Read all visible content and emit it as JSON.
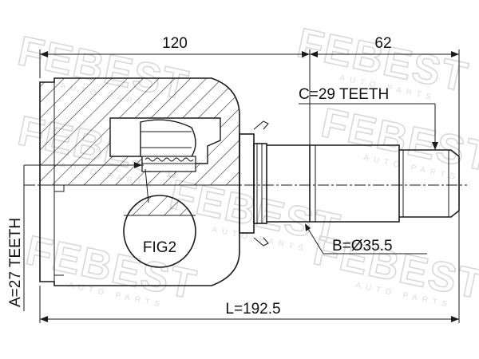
{
  "watermark": {
    "brand": "FEBEST",
    "sub": "AUTO PARTS"
  },
  "dimensions": {
    "housing_length": "120",
    "shaft_length": "62",
    "total_length": "L=192.5",
    "outer_teeth": "C=29 TEETH",
    "inner_teeth": "A=27 TEETH",
    "shaft_diameter": "B=Ø35.5"
  },
  "callouts": {
    "fig": "FIG2"
  },
  "colors": {
    "line": "#1a1a1a",
    "watermark": "#d9d9d9"
  }
}
